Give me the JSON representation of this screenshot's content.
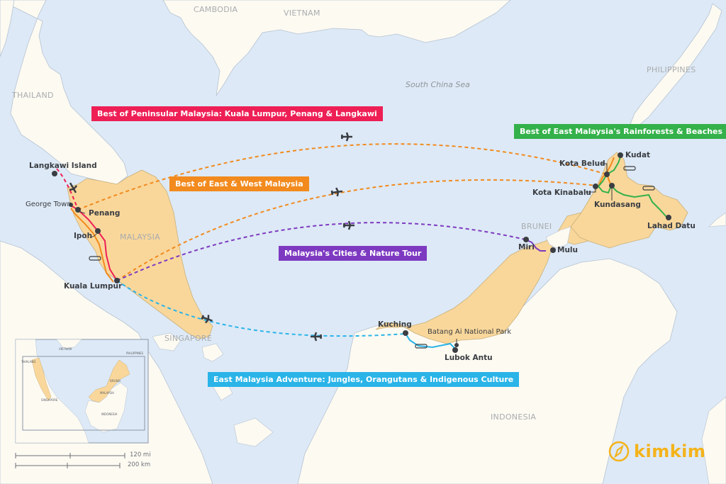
{
  "map": {
    "sea_label": "South China Sea",
    "colors": {
      "water": "#dde9f6",
      "foreign_land": "#fdfaf2",
      "malaysia_land": "#f9d79b",
      "coast": "#b5c3d2",
      "city_dot": "#3a3d42",
      "plane": "#3a3d42"
    },
    "countries": [
      {
        "label": "CAMBODIA"
      },
      {
        "label": "VIETNAM"
      },
      {
        "label": "THAILAND"
      },
      {
        "label": "MALAYSIA"
      },
      {
        "label": "PHILIPPINES"
      },
      {
        "label": "BRUNEI"
      },
      {
        "label": "SINGAPORE"
      },
      {
        "label": "INDONESIA"
      }
    ],
    "cities": [
      {
        "label": "Langkawi Island"
      },
      {
        "label": "George Town"
      },
      {
        "label": "Penang"
      },
      {
        "label": "Ipoh"
      },
      {
        "label": "Kuala Lumpur"
      },
      {
        "label": "Kota Belud"
      },
      {
        "label": "Kudat"
      },
      {
        "label": "Kota Kinabalu"
      },
      {
        "label": "Kundasang"
      },
      {
        "label": "Lahad Datu"
      },
      {
        "label": "Miri"
      },
      {
        "label": "Mulu"
      },
      {
        "label": "Kuching"
      },
      {
        "label": "Batang Ai National Park"
      },
      {
        "label": "Lubok Antu"
      }
    ],
    "routes": [
      {
        "label": "Best of Peninsular Malaysia: Kuala Lumpur, Penang & Langkawi",
        "color": "#ee1f55"
      },
      {
        "label": "Best of East & West Malaysia",
        "color": "#f28a1e"
      },
      {
        "label": "Best of East Malaysia's Rainforests & Beaches",
        "color": "#34b14a"
      },
      {
        "label": "Malaysia's Cities & Nature Tour",
        "color": "#7d3ac1"
      },
      {
        "label": "East Malaysia Adventure: Jungles, Orangutans & Indigenous Culture",
        "color": "#2ab4e8"
      }
    ],
    "inset": {
      "labels": [
        "VIETNAM",
        "THAILAND",
        "PHILIPPINES",
        "BRUNEI",
        "MALAYSIA",
        "SINGAPORE",
        "INDONESIA"
      ]
    },
    "scale": {
      "miles": "120 mi",
      "km": "200 km"
    },
    "logo": {
      "text": "kimkim",
      "icon": "compass-icon",
      "color": "#f4b31a"
    }
  }
}
